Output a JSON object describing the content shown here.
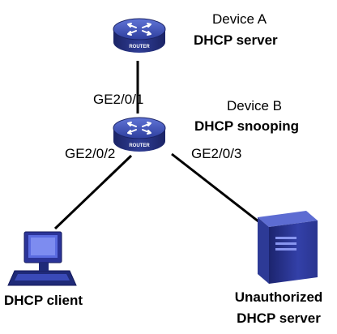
{
  "device_a": {
    "name": "Device A",
    "role": "DHCP server",
    "badge": "ROUTER"
  },
  "device_b": {
    "name": "Device B",
    "role": "DHCP snooping",
    "badge": "ROUTER"
  },
  "ports": {
    "uplink": "GE2/0/1",
    "client_port": "GE2/0/2",
    "rogue_port": "GE2/0/3"
  },
  "client": {
    "label": "DHCP client"
  },
  "rogue_server": {
    "line1": "Unauthorized",
    "line2": "DHCP server"
  },
  "colors": {
    "router_top": "#3a4fb0",
    "router_side": "#1f2a78",
    "device_body": "#2b3499"
  }
}
